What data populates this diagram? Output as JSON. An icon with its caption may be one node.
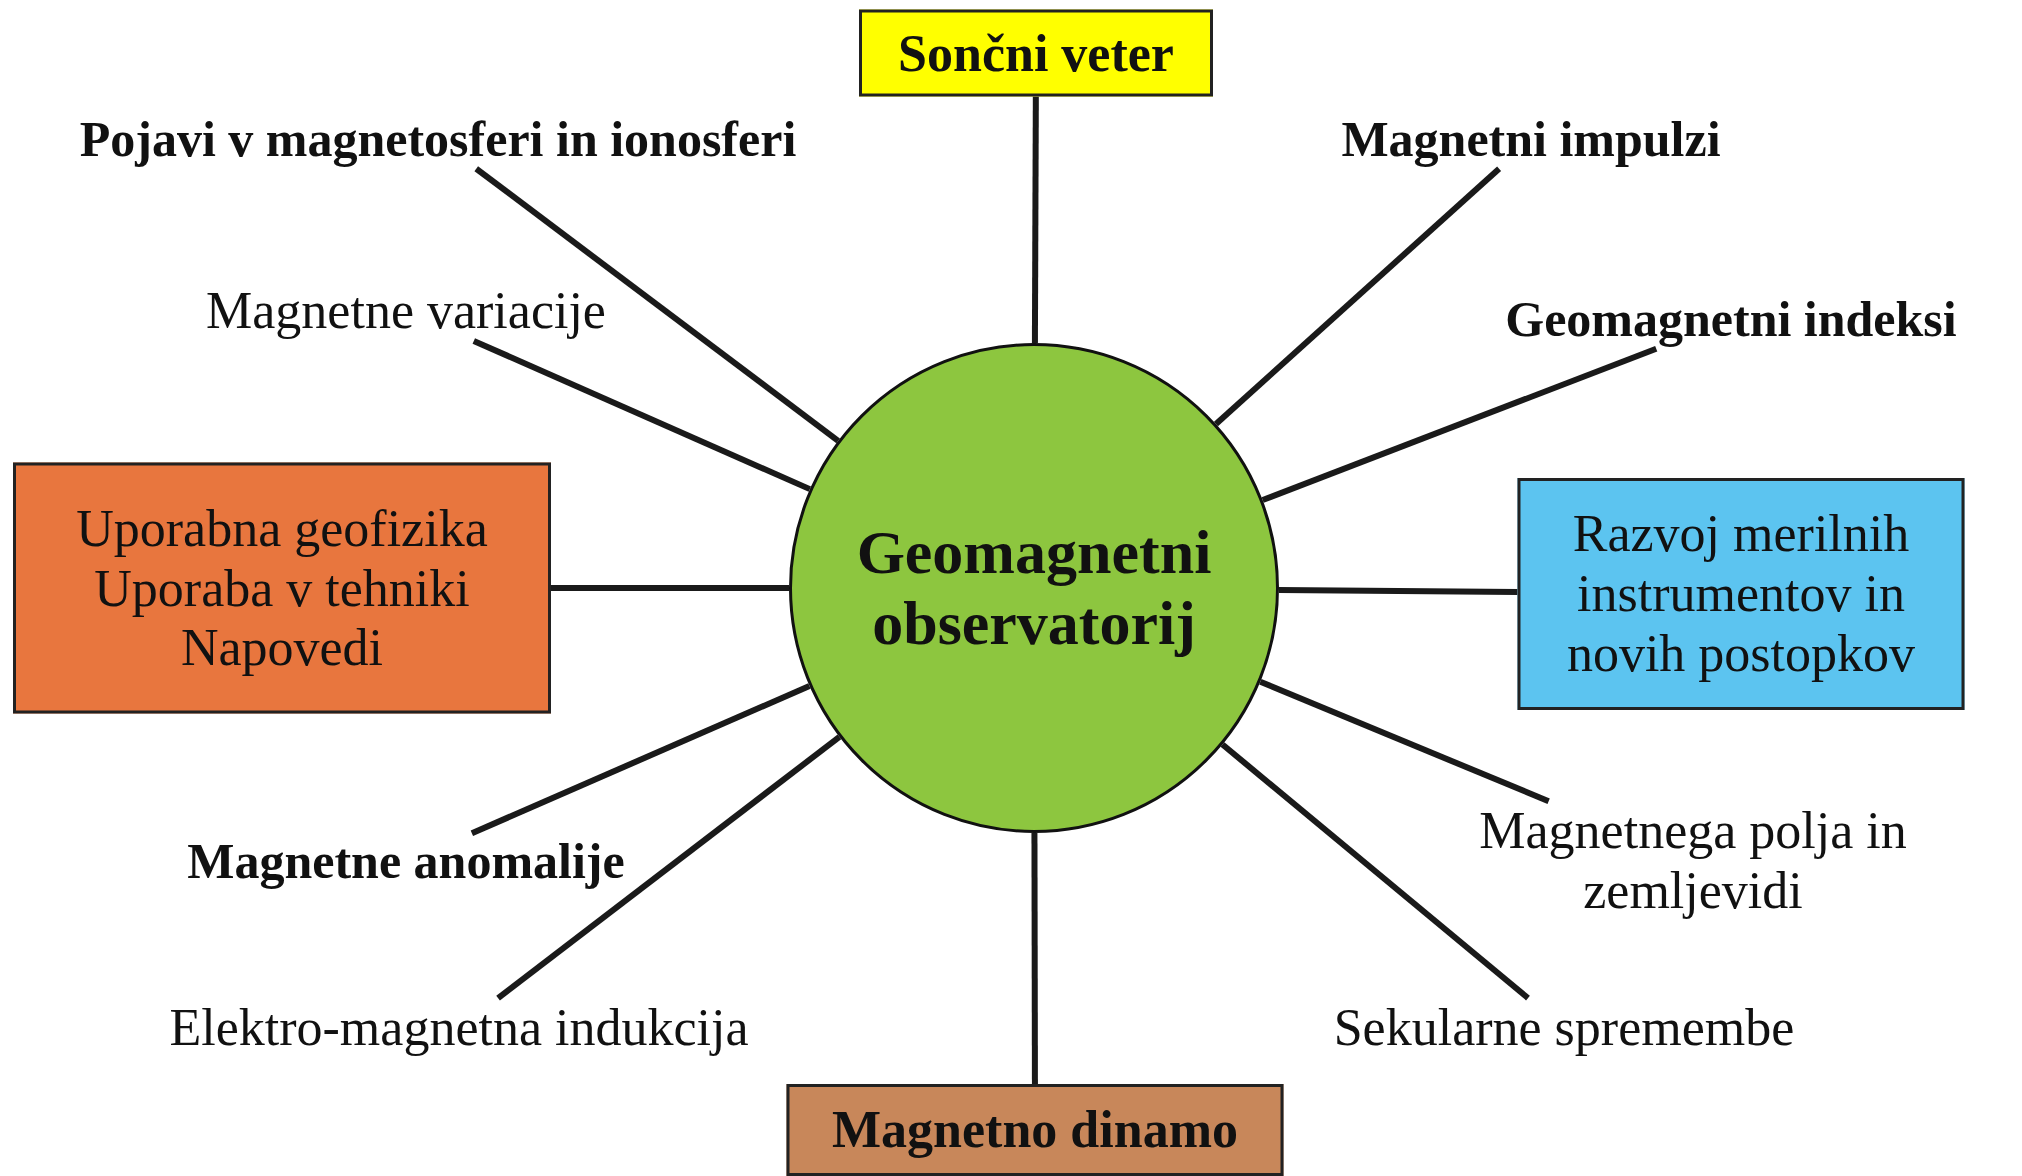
{
  "diagram": {
    "nodes": [
      {
        "text": [
          "Geomagnetni observatorij"
        ]
      },
      {
        "text": [
          "Sončni veter"
        ]
      },
      {
        "text": [
          "Magnetni impulzi"
        ]
      },
      {
        "text": [
          "Geomagnetni indeksi"
        ]
      },
      {
        "text": [
          "Razvoj merilnih instrumentov in novih postopkov"
        ]
      },
      {
        "text": [
          "Magnetnega polja in zemljevidi"
        ]
      },
      {
        "text": [
          "Sekularne spremembe"
        ]
      },
      {
        "text": [
          "Magnetno dinamo"
        ]
      },
      {
        "text": [
          "Elektro-magnetna indukcija"
        ]
      },
      {
        "text": [
          "Magnetne anomalije"
        ]
      },
      {
        "text": [
          "Uporabna geofizika",
          "Uporaba v tehniki",
          "Napovedi"
        ]
      },
      {
        "text": [
          "Magnetne variacije"
        ]
      },
      {
        "text": [
          "Pojavi v magnetosferi in ionosferi"
        ]
      }
    ],
    "edges": [
      {
        "from": 0,
        "to": 1,
        "arrow": "none"
      },
      {
        "from": 0,
        "to": 2,
        "arrow": "none"
      },
      {
        "from": 0,
        "to": 3,
        "arrow": "none"
      },
      {
        "from": 0,
        "to": 4,
        "arrow": "none"
      },
      {
        "from": 0,
        "to": 5,
        "arrow": "none"
      },
      {
        "from": 0,
        "to": 6,
        "arrow": "none"
      },
      {
        "from": 0,
        "to": 7,
        "arrow": "none"
      },
      {
        "from": 0,
        "to": 8,
        "arrow": "none"
      },
      {
        "from": 0,
        "to": 9,
        "arrow": "none"
      },
      {
        "from": 0,
        "to": 10,
        "arrow": "none"
      },
      {
        "from": 0,
        "to": 11,
        "arrow": "none"
      },
      {
        "from": 0,
        "to": 12,
        "arrow": "none"
      }
    ]
  }
}
